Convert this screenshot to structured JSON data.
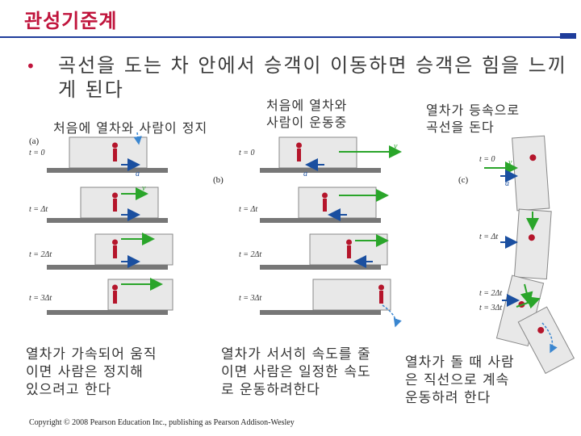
{
  "title": "관성기준계",
  "bullet": "곡선을 도는 차 안에서 승객이 이동하면 승객은 힘을 느끼게 된다",
  "captions": {
    "a_top": "처음에 열차와 사람이 정지",
    "b_top": "처음에 열차와\n사람이 운동중",
    "c_top": "열차가 등속으로\n곡선을 돈다",
    "a_bottom": "열차가 가속되어 움직\n이면 사람은 정지해\n있으려고 한다",
    "b_bottom": "열차가 서서히 속도를 줄\n이면 사람은 일정한 속도\n로 운동하려한다",
    "c_bottom": "열차가 돌 때 사람\n은 직선으로 계속\n운동하려 한다"
  },
  "panel_labels": {
    "a": "(a)",
    "b": "(b)",
    "c": "(c)"
  },
  "time_labels": [
    "t = 0",
    "t = Δt",
    "t = 2Δt",
    "t = 3Δt"
  ],
  "vector_labels": {
    "v": "v",
    "a": "a"
  },
  "copyright": "Copyright © 2008 Pearson Education Inc., publishing as Pearson Addison-Wesley",
  "colors": {
    "title": "#c0143c",
    "rule": "#1f3d9b",
    "velocity": "#2aa52a",
    "acceleration": "#1a4fa0",
    "person": "#b5152b"
  }
}
